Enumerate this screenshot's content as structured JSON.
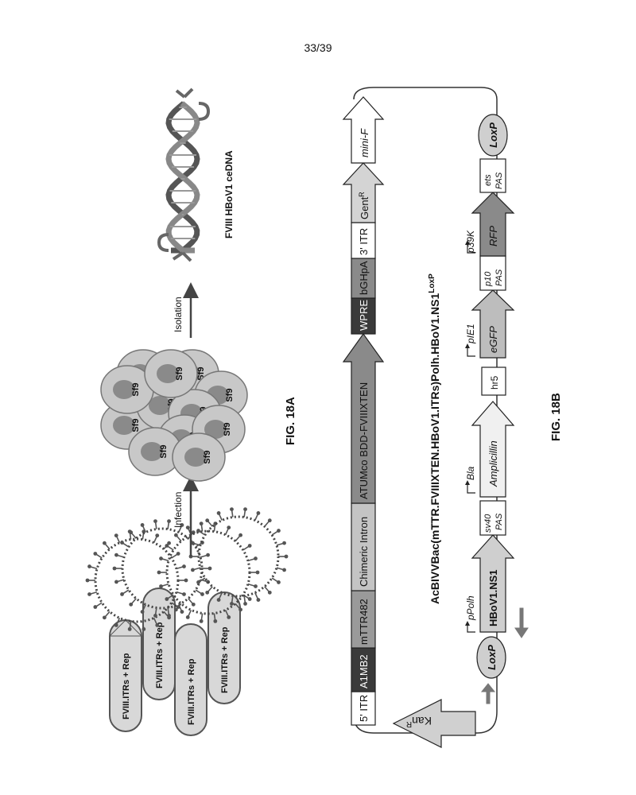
{
  "page": {
    "number": "33/39"
  },
  "fig18a": {
    "caption": "FIG. 18A",
    "virion_labels": [
      "FVIII.ITRs + Rep",
      "FVIII.ITRs + Rep",
      "FVIII.ITRs + Rep",
      "FVIII.ITRs + Rep"
    ],
    "infection_label": "Infection",
    "cell_label": "Sf9",
    "isolation_label": "Isolation",
    "product_label": "FVIII HBoV1 ceDNA"
  },
  "fig18b": {
    "caption": "FIG. 18B",
    "construct_name": "AcBIVVBac(mTTR.FVIIIXTEN.HBoV1.ITRs)Polh.HBoV1.NS1",
    "construct_superscript": "LoxP",
    "top_row": {
      "itr5": "5' ITR",
      "a1mb2": "A1MB2",
      "mttr": "mTTR482",
      "intron": "Chimeric Intron",
      "atum": "ATUMco BDD-FVIIIXTEN",
      "wpre": "WPRE",
      "bgh": "bGHpA",
      "itr3": "3' ITR",
      "gent": "Gent",
      "gent_sup": "R",
      "minif": "mini-F"
    },
    "bottom_row": {
      "kan": "Kan",
      "kan_sup": "R",
      "loxp_left": "LoxP",
      "ppolh": "pPolh",
      "ns1": "HBoV1.NS1",
      "sv40": "sv40",
      "sv40_pas": "PAS",
      "bla": "Bla",
      "amp": "Amplicillin",
      "hr5": "hr5",
      "pie1": "pIE1",
      "egfp": "eGFP",
      "p10": "p10",
      "p10_pas": "PAS",
      "p39k": "p39K",
      "rfp": "RFP",
      "ets": "ets",
      "ets_pas": "PAS",
      "loxp_right": "LoxP"
    }
  },
  "colors": {
    "dark": "#3a3a3a",
    "mid": "#8c8c8c",
    "light": "#cfcfcf",
    "lighter": "#e4e4e4",
    "cell": "#c8c8c8",
    "nucleus": "#8a8a8a"
  }
}
